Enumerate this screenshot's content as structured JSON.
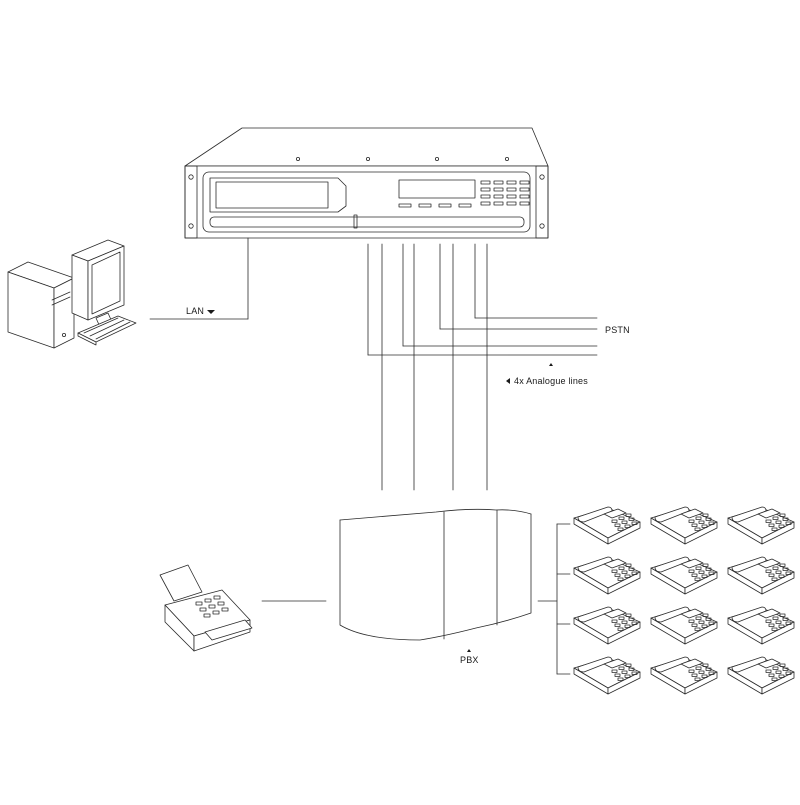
{
  "labels": {
    "lan": "LAN",
    "pstn": "PSTN",
    "analogue": "4x Analogue lines",
    "pbx": "PBX"
  },
  "icons": {
    "lan_arrow": "triangle-down",
    "analogue_arrow_up": "triangle-up",
    "analogue_arrow_left": "triangle-left",
    "pbx_arrow": "triangle-up"
  },
  "phones": {
    "rows": 4,
    "columns": 3
  },
  "colors": {
    "line": "#2b2b2b",
    "background": "#ffffff"
  }
}
